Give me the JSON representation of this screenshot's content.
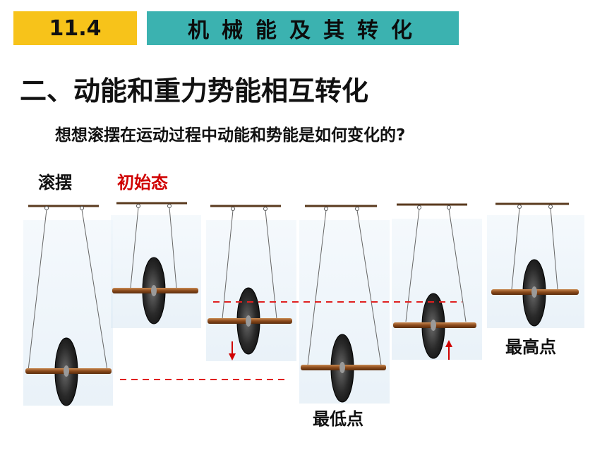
{
  "header": {
    "section_number": "11.4",
    "section_title": "机械能及其转化"
  },
  "heading": "二、动能和重力势能相互转化",
  "question": "想想滚摆在运动过程中动能和势能是如何变化的?",
  "labels": {
    "device_name": "滚摆",
    "initial_state": "初始态",
    "lowest_point": "最低点",
    "highest_point": "最高点"
  },
  "colors": {
    "badge": "#f7c31a",
    "title_bar": "#3bb2b0",
    "accent_red": "#d00000",
    "dash_red": "#e02020"
  }
}
